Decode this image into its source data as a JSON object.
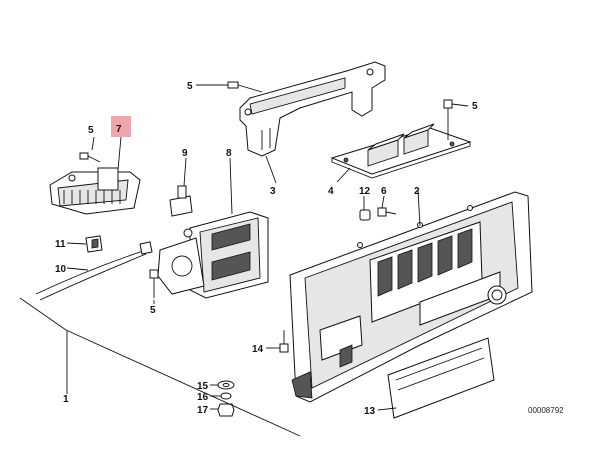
{
  "diagram": {
    "reference_number": "00008792",
    "highlight_color": "#f0a5ac",
    "highlighted_part": "7",
    "callouts": {
      "c1": "1",
      "c2": "2",
      "c3": "3",
      "c4": "4",
      "c5a": "5",
      "c5b": "5",
      "c5c": "5",
      "c5d": "5",
      "c6": "6",
      "c7": "7",
      "c8": "8",
      "c9": "9",
      "c10": "10",
      "c11": "11",
      "c12": "12",
      "c13": "13",
      "c14": "14",
      "c15": "15",
      "c16": "16",
      "c17": "17"
    }
  }
}
